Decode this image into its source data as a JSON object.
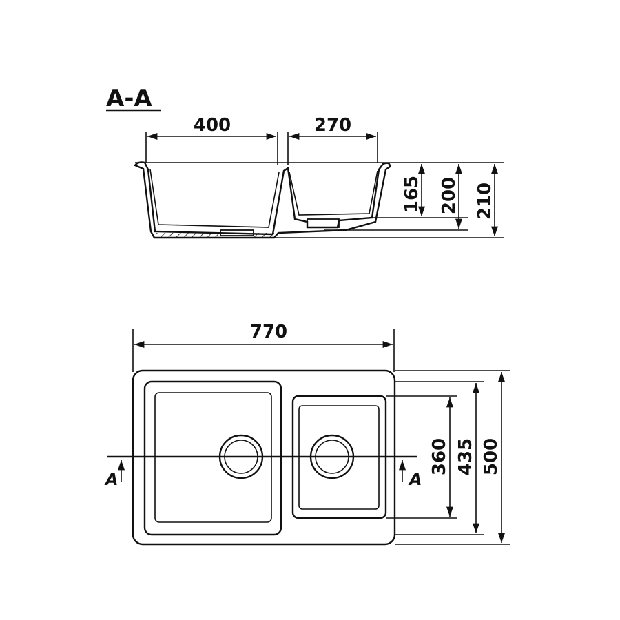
{
  "section": {
    "title": "A-A",
    "widths": {
      "left_bowl": "400",
      "right_bowl": "270"
    },
    "heights": {
      "h1": "165",
      "h2": "200",
      "h3": "210"
    }
  },
  "plan": {
    "overall_width": "770",
    "heights": {
      "h1": "360",
      "h2": "435",
      "h3": "500"
    },
    "cut_marker_left": "A",
    "cut_marker_right": "A"
  },
  "colors": {
    "ink": "#111111",
    "paper": "#ffffff"
  }
}
